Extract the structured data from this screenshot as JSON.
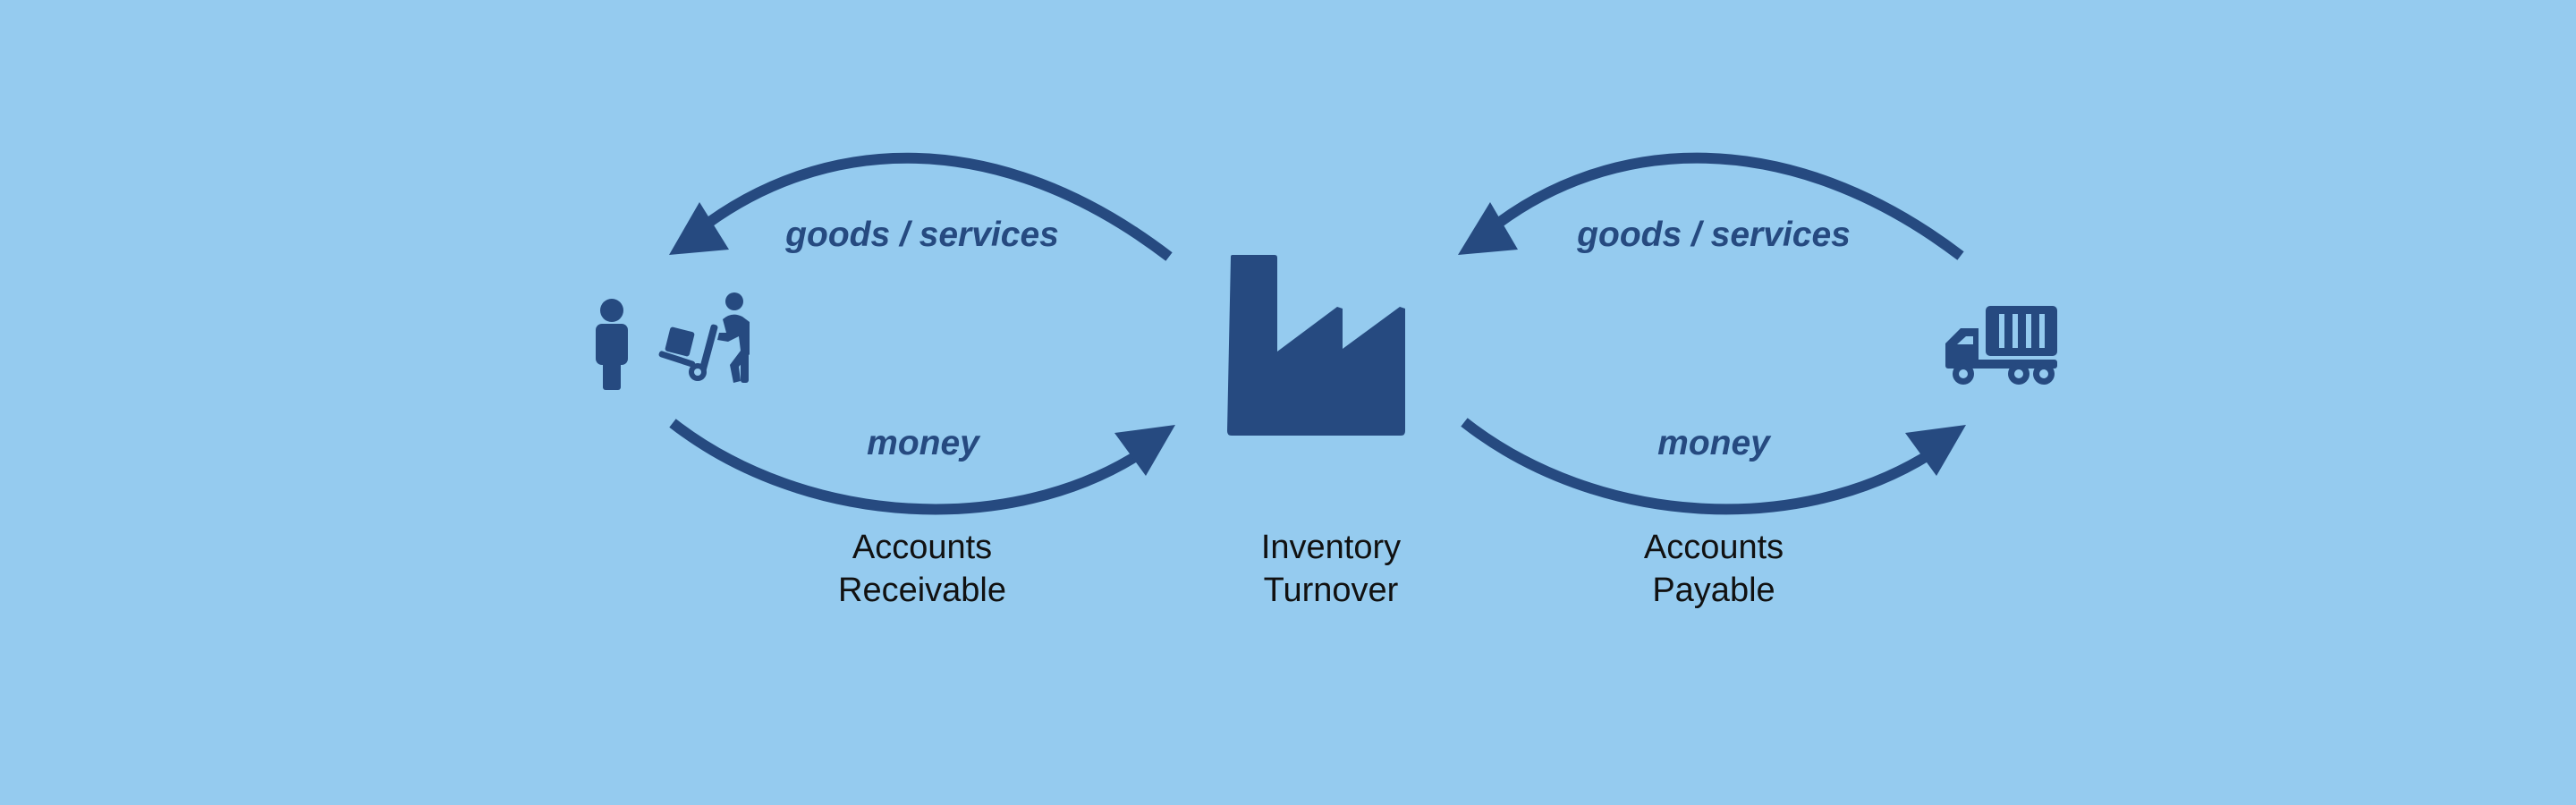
{
  "colors": {
    "background": "#95cbef",
    "primary": "#264a80",
    "text": "#111111"
  },
  "icons": [
    "person-icon",
    "warehouse-worker-icon",
    "factory-icon",
    "truck-icon"
  ],
  "flows": {
    "left_goods": "goods / services",
    "left_money": "money",
    "right_goods": "goods / services",
    "right_money": "money"
  },
  "metrics": {
    "receivable": {
      "line1": "Accounts",
      "line2": "Receivable"
    },
    "inventory": {
      "line1": "Inventory",
      "line2": "Turnover"
    },
    "payable": {
      "line1": "Accounts",
      "line2": "Payable"
    }
  }
}
